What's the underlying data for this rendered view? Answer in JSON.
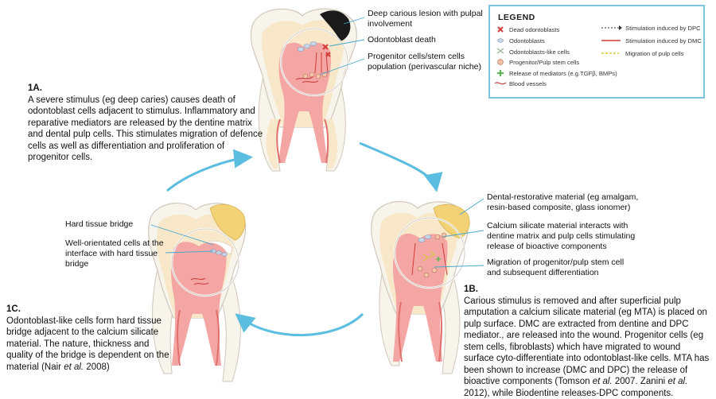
{
  "panel_1a": {
    "callouts": [
      "Deep carious lesion with pulpal involvement",
      "Odontoblast death",
      "Progenitor cells/stem cells population (perivascular niche)"
    ],
    "heading": "1A.",
    "body": "A severe stimulus (eg deep caries) causes death of odontoblast cells adjacent to stimulus. Inflammatory and reparative mediators are released by the dentine matrix and dental pulp cells. This stimulates migration of defence cells as well as differentiation and proliferation of progenitor cells."
  },
  "panel_1b": {
    "callouts": [
      "Dental-restorative material (eg amalgam, resin-based composite, glass ionomer)",
      "Calcium silicate material interacts with dentine matrix and pulp cells stimulating release of bioactive components",
      "Migration of progenitor/pulp stem cell and subsequent differentiation"
    ],
    "heading": "1B.",
    "body_parts": [
      "Carious stimulus is removed and after superficial pulp amputation a calcium silicate material (eg MTA) is placed on pulp surface. DMC are extracted from dentine and DPC mediator., are released into the wound. Progenitor cells (eg stem cells, fibroblasts) which have migrated to wound surface cyto-differentiate into odontoblast-like cells. MTA has been shown to increase (DMC and DPC) the release of bioactive components (Tomson ",
      "et al.",
      " 2007. Zanini ",
      "et al.",
      " 2012), while Biodentine releases-DPC components."
    ]
  },
  "panel_1c": {
    "callouts": [
      "Hard tissue bridge",
      "Well-orientated cells at the interface with hard tissue bridge"
    ],
    "heading": "1C.",
    "body_parts": [
      "Odontoblast-like cells form hard tissue bridge adjacent to the calcium silicate material. The nature, thickness and quality of the bridge is dependent on the material (Nair ",
      "et al.",
      " 2008)"
    ]
  },
  "legend": {
    "title": "LEGEND",
    "items": [
      {
        "label": "Dead odontoblasts",
        "icon": "red-x-icon"
      },
      {
        "label": "Odontoblasts",
        "icon": "odontoblast-cell-icon"
      },
      {
        "label": "Odontoblasts-like cells",
        "icon": "odontoblast-like-cell-icon"
      },
      {
        "label": "Progenitor/Pulp stem cells",
        "icon": "stem-cell-icon"
      },
      {
        "label": "Release of mediators (e.g.TGFβ, BMPs)",
        "icon": "green-cross-icon"
      },
      {
        "label": "Blood vessels",
        "icon": "blood-vessel-icon"
      },
      {
        "label": "Stimulation induced by DPC",
        "icon": "dotted-arrow-icon"
      },
      {
        "label": "Stimulation induced by DMC",
        "icon": "red-arrow-icon"
      },
      {
        "label": "Migration of pulp cells",
        "icon": "yellow-dashed-arrow-icon"
      }
    ]
  },
  "colors": {
    "enamel": "#f7f4ec",
    "dentine": "#f8e7c8",
    "pulp": "#f3a6a3",
    "pulp_dark": "#e1706d",
    "material": "#f2d274",
    "cycle_arrow": "#5bbde0",
    "leader": "#46a6cf",
    "lesion": "#1a1a1a"
  }
}
